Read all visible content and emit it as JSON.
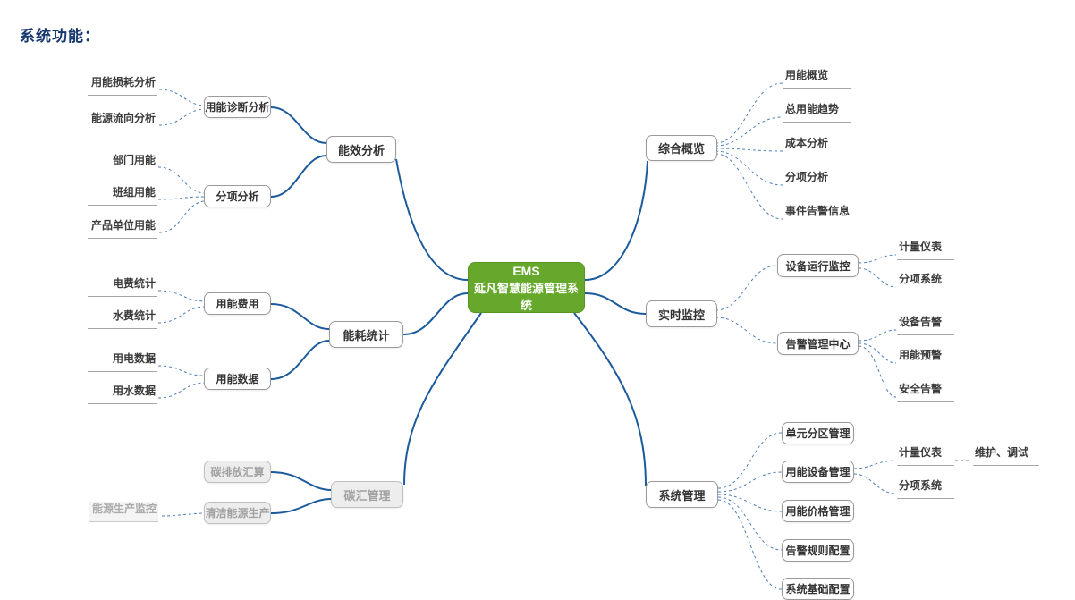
{
  "page": {
    "title": "系统功能："
  },
  "colors": {
    "accent_green": "#65a82b",
    "accent_green_border": "#579522",
    "branch_line": "#1b5a9b",
    "dashed_line": "#4d7fb8",
    "title_blue": "#17386f"
  },
  "root": {
    "line1": "EMS",
    "line2": "延凡智慧能源管理系统"
  },
  "left": {
    "energy_analysis": {
      "label": "能效分析",
      "diagnosis": {
        "label": "用能诊断分析",
        "loss": "用能损耗分析",
        "flow": "能源流向分析"
      },
      "subitem": {
        "label": "分项分析",
        "dept": "部门用能",
        "team": "班组用能",
        "product_unit": "产品单位用能"
      }
    },
    "consumption_stats": {
      "label": "能耗统计",
      "cost": {
        "label": "用能费用",
        "electricity": "电费统计",
        "water": "水费统计"
      },
      "data": {
        "label": "用能数据",
        "electricity": "用电数据",
        "water": "用水数据"
      }
    },
    "carbon_mgmt": {
      "label": "碳汇管理",
      "carbon_accounting": {
        "label": "碳排放汇算"
      },
      "clean_energy": {
        "label": "清洁能源生产",
        "production_monitor": "能源生产监控"
      }
    }
  },
  "right": {
    "overview": {
      "label": "综合概览",
      "energy_overview": "用能概览",
      "total_trend": "总用能趋势",
      "cost_analysis": "成本分析",
      "subitem_analysis": "分项分析",
      "event_alarm_info": "事件告警信息"
    },
    "realtime_monitor": {
      "label": "实时监控",
      "device_monitor": {
        "label": "设备运行监控",
        "meter": "计量仪表",
        "subsystem": "分项系统"
      },
      "alarm_center": {
        "label": "告警管理中心",
        "device_alarm": "设备告警",
        "energy_warning": "用能预警",
        "safety_alarm": "安全告警"
      }
    },
    "system_mgmt": {
      "label": "系统管理",
      "unit_zone": "单元分区管理",
      "device_mgmt": {
        "label": "用能设备管理",
        "meter": "计量仪表",
        "meter_maintain": "维护、调试",
        "subsystem": "分项系统"
      },
      "price": "用能价格管理",
      "alarm_rules": "告警规则配置",
      "base_config": "系统基础配置"
    }
  }
}
